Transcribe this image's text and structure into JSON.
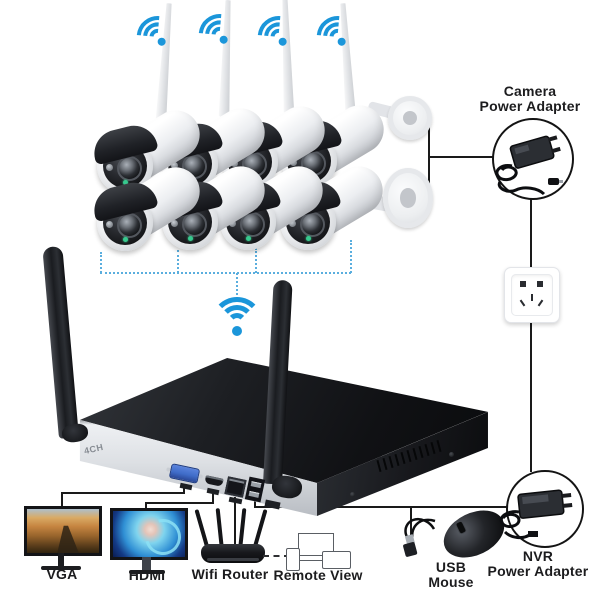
{
  "labels": {
    "camera_power_adapter_line1": "Camera",
    "camera_power_adapter_line2": "Power Adapter",
    "nvr_power_adapter_line1": "NVR",
    "nvr_power_adapter_line2": "Power Adapter",
    "vga": "VGA",
    "hdmi": "HDMI",
    "wifi_router": "Wifi Router",
    "remote_view": "Remote View",
    "usb_mouse_line1": "USB",
    "usb_mouse_line2": "Mouse",
    "nvr_front_marking": "4CH"
  },
  "equipment": {
    "camera_count": 8,
    "camera_wifi_badge_count": 4,
    "camera_antenna_count": 4,
    "nvr_antenna_count": 2,
    "router_antenna_count": 4,
    "usb_port_count": 2
  },
  "colors": {
    "wifi_blue": "#1b96da",
    "dotted_link_blue": "#5aaede",
    "connector_line": "#1a1a1a",
    "label_text": "#1c1c1e",
    "camera_status_led_green": "#37c98e",
    "vga_port_blue": "#3f6cc8"
  }
}
